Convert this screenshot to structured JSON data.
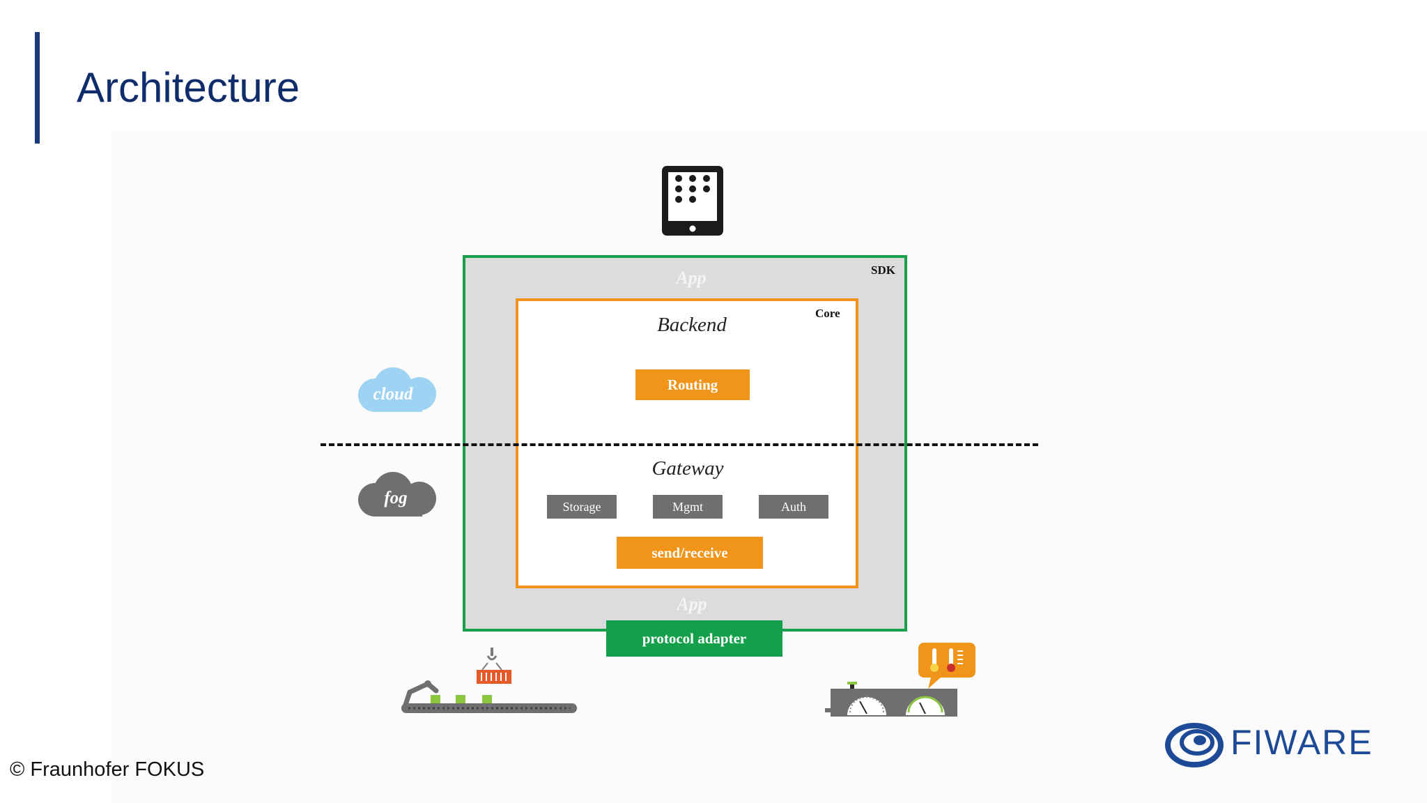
{
  "slide": {
    "title": "Architecture",
    "copyright": "© Fraunhofer FOKUS"
  },
  "diagram": {
    "sdk_label": "SDK",
    "core_label": "Core",
    "app_top": "App",
    "app_bottom": "App",
    "backend": "Backend",
    "routing": "Routing",
    "gateway": "Gateway",
    "modules": [
      "Storage",
      "Mgmt",
      "Auth"
    ],
    "send_receive": "send/receive",
    "protocol_adapter": "protocol adapter",
    "cloud_label": "cloud",
    "fog_label": "fog"
  },
  "icons": {
    "top": "tablet-icon",
    "bottom_left": "conveyor-belt-crane-icon",
    "bottom_right": "sensor-gauges-icon"
  },
  "logo": {
    "text": "FIWARE",
    "color": "#1d4a96"
  },
  "colors": {
    "title": "#0f2d6b",
    "sdk_border": "#1aa04b",
    "core_border": "#f0951a",
    "orange": "#f0951a",
    "green": "#14a04b",
    "module_grey": "#6f6f71",
    "cloud_blue": "#9fd3f3",
    "fog_grey": "#6f6f71"
  }
}
